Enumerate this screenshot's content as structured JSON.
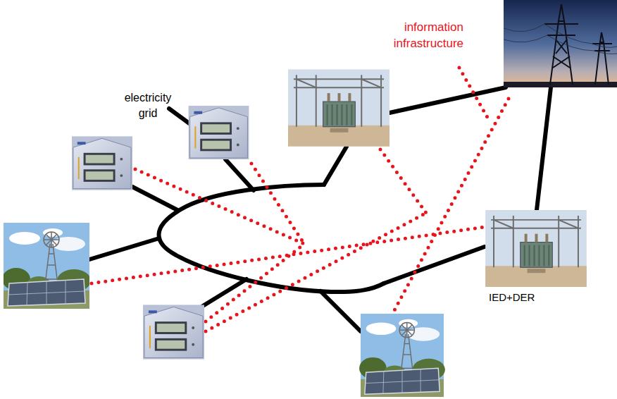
{
  "diagram": {
    "labels": [
      "information infrastructure",
      "electricity grid",
      "IED+DER"
    ]
  }
}
